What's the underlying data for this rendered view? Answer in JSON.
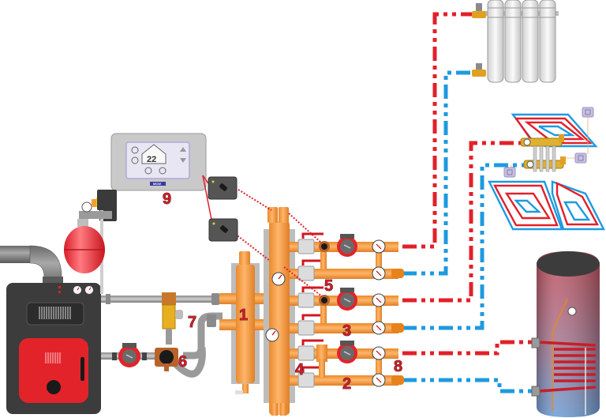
{
  "diagram": {
    "title": "Boiler heating system with hydraulic separator and distribution manifold",
    "colors": {
      "supply": "#e3202a",
      "return": "#1e9ae0",
      "copper": "#f29a3a",
      "copper_dark": "#d9782a",
      "steel": "#9a9a9a",
      "boiler_body": "#3c3c3c",
      "boiler_door": "#e2232a",
      "tank_top": "#c85a62",
      "tank_bottom": "#7fa8d8",
      "signal_wire": "#e3202a"
    },
    "labels": [
      {
        "id": "1",
        "text": "1",
        "refers_to": "hydraulic separator"
      },
      {
        "id": "2",
        "text": "2",
        "refers_to": "distribution manifold return header"
      },
      {
        "id": "3",
        "text": "3",
        "refers_to": "heating circuit module"
      },
      {
        "id": "4",
        "text": "4",
        "refers_to": "ball valves"
      },
      {
        "id": "5",
        "text": "5",
        "refers_to": "mixing valve with actuator"
      },
      {
        "id": "6",
        "text": "6",
        "refers_to": "boiler mixing valve"
      },
      {
        "id": "7",
        "text": "7",
        "refers_to": "safety/bypass valve"
      },
      {
        "id": "8",
        "text": "8",
        "refers_to": "check valves"
      },
      {
        "id": "9",
        "text": "9",
        "refers_to": "room controller"
      }
    ],
    "controller": {
      "display_temp": "22",
      "brand": "MCW"
    },
    "components": [
      "boiler",
      "flue-pipe",
      "expansion-tank",
      "boiler-pump",
      "mixing-valve",
      "bypass-valve",
      "hydraulic-separator",
      "manifold",
      "circuit-pumps",
      "thermometers",
      "radiator",
      "underfloor-heating-loops",
      "underfloor-manifold",
      "hot-water-cylinder",
      "room-controller",
      "sensors"
    ]
  }
}
